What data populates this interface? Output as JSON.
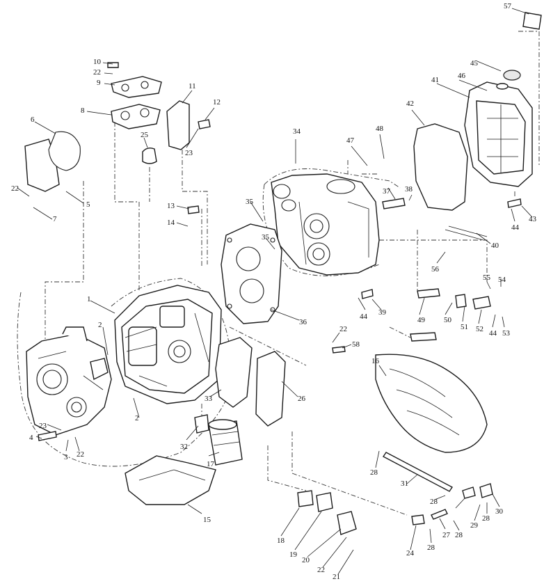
{
  "callouts": {
    "c1": "1",
    "c2a": "2",
    "c2b": "2",
    "c3": "3",
    "c4": "4",
    "c5": "5",
    "c6": "6",
    "c7": "7",
    "c8": "8",
    "c9": "9",
    "c10": "10",
    "c11": "11",
    "c12": "12",
    "c13": "13",
    "c14": "14",
    "c15": "15",
    "c16": "16",
    "c17": "17",
    "c18": "18",
    "c19": "19",
    "c20": "20",
    "c21": "21",
    "c22a": "22",
    "c22b": "22",
    "c22c": "22",
    "c22d": "22",
    "c22e": "22",
    "c23a": "23",
    "c23b": "23",
    "c24": "24",
    "c25": "25",
    "c26": "26",
    "c27": "27",
    "c28a": "28",
    "c28b": "28",
    "c28c": "28",
    "c28d": "28",
    "c28e": "28",
    "c29": "29",
    "c30": "30",
    "c31": "31",
    "c32": "32",
    "c33": "33",
    "c34": "34",
    "c35a": "35",
    "c35b": "35",
    "c36": "36",
    "c37": "37",
    "c38": "38",
    "c39": "39",
    "c40": "40",
    "c41": "41",
    "c42": "42",
    "c43": "43",
    "c44a": "44",
    "c44b": "44",
    "c44c": "44",
    "c45": "45",
    "c46": "46",
    "c47": "47",
    "c48": "48",
    "c49": "49",
    "c50": "50",
    "c51": "51",
    "c52": "52",
    "c53": "53",
    "c54": "54",
    "c55": "55",
    "c56": "56",
    "c57": "57",
    "c58": "58"
  }
}
